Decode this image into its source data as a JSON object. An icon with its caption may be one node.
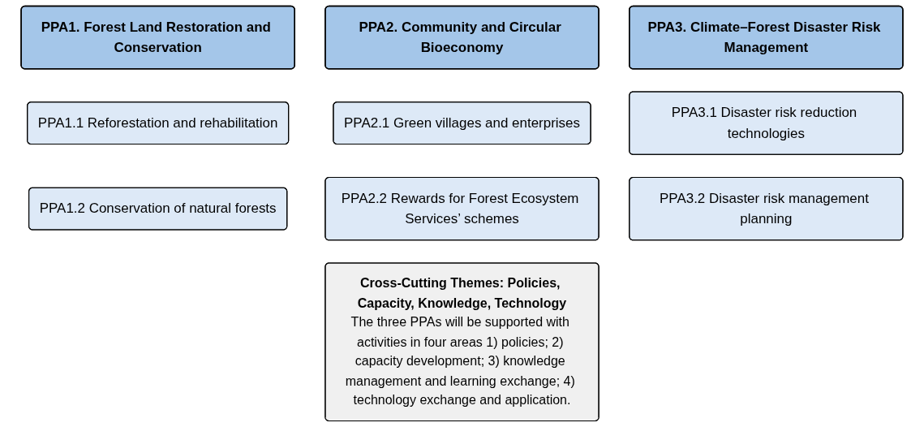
{
  "diagram": {
    "nodes": [
      {
        "text": [
          "PPA1. Forest Land Restoration and Conservation"
        ]
      },
      {
        "text": [
          "PPA2. Community and Circular Bioeconomy"
        ]
      },
      {
        "text": [
          "PPA3. Climate–Forest Disaster Risk Management"
        ]
      },
      {
        "text": [
          "PPA1.1 Reforestation and rehabilitation"
        ]
      },
      {
        "text": [
          "PPA2.1 Green villages and enterprises"
        ]
      },
      {
        "text": [
          "PPA3.1 Disaster risk reduction technologies"
        ]
      },
      {
        "text": [
          "PPA1.2 Conservation of natural forests"
        ]
      },
      {
        "text": [
          "PPA2.2 Rewards for Forest Ecosystem Services’ schemes"
        ]
      },
      {
        "text": [
          "PPA3.2 Disaster risk management planning"
        ]
      },
      {
        "text": [
          "Cross-Cutting Themes: Policies, Capacity, Knowledge, Technology",
          "The three PPAs will be supported with activities in four areas 1) policies; 2) capacity development; 3) knowledge management and learning exchange; 4) technology exchange and application."
        ]
      }
    ],
    "edges": []
  }
}
